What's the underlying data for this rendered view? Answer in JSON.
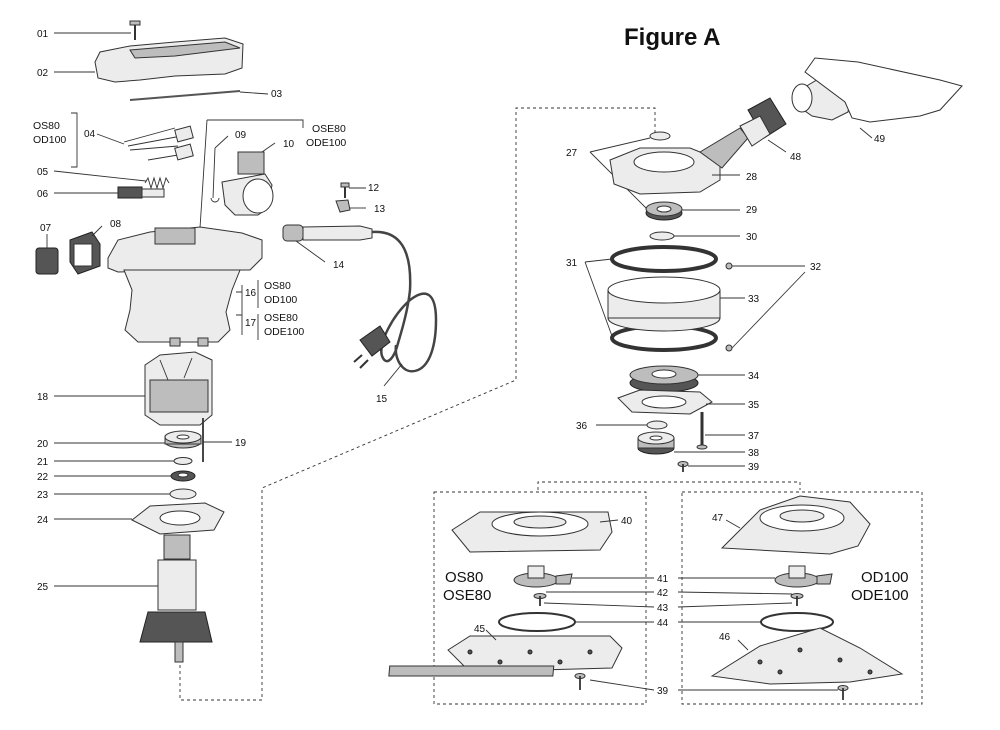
{
  "figure_title": "Figure A",
  "part_numbers": {
    "p01": "01",
    "p02": "02",
    "p03": "03",
    "p04": "04",
    "p05": "05",
    "p06": "06",
    "p07": "07",
    "p08": "08",
    "p09": "09",
    "p10": "10",
    "p12": "12",
    "p13": "13",
    "p14": "14",
    "p15": "15",
    "p16": "16",
    "p17": "17",
    "p18": "18",
    "p19": "19",
    "p20": "20",
    "p21": "21",
    "p22": "22",
    "p23": "23",
    "p24": "24",
    "p25": "25",
    "p27": "27",
    "p28": "28",
    "p29": "29",
    "p30": "30",
    "p31": "31",
    "p32": "32",
    "p33": "33",
    "p34": "34",
    "p35": "35",
    "p36": "36",
    "p37": "37",
    "p38": "38",
    "p39a": "39",
    "p39b": "39",
    "p40": "40",
    "p41a": "41",
    "p41b": "41",
    "p42": "42",
    "p43": "43",
    "p44": "44",
    "p45": "45",
    "p46": "46",
    "p47": "47",
    "p48": "48",
    "p49": "49"
  },
  "model_labels": {
    "os80_a": "OS80",
    "od100_a": "OD100",
    "ose80_b": "OSE80",
    "ode100_b": "ODE100",
    "os80_c": "OS80",
    "od100_c": "OD100",
    "ose80_d": "OSE80",
    "ode100_d": "ODE100",
    "os80_e": "OS80",
    "ose80_e": "OSE80",
    "od100_f": "OD100",
    "ode100_f": "ODE100"
  }
}
